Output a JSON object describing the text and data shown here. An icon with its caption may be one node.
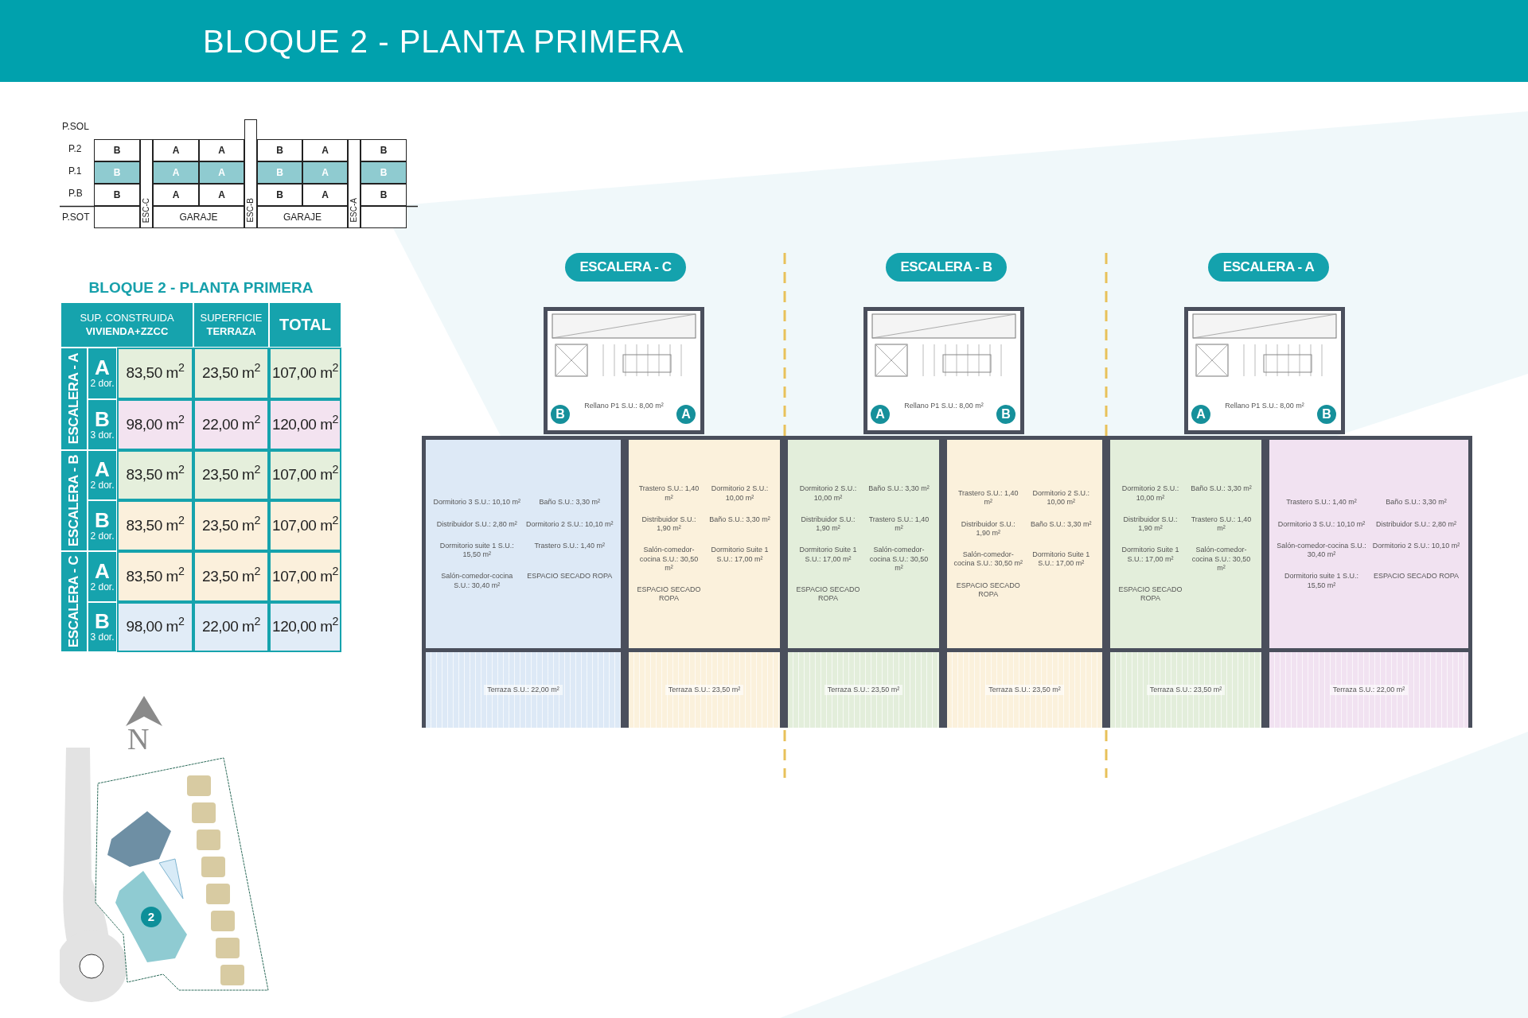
{
  "diagram": {
    "title": "BLOQUE **2** - PLANTA PRIMERA",
    "nodes": [
      {
        "text": [
          "B"
        ]
      },
      {
        "text": [
          "A"
        ]
      },
      {
        "text": [
          "A"
        ]
      },
      {
        "text": [
          "B"
        ]
      },
      {
        "text": [
          "A"
        ]
      },
      {
        "text": [
          "B"
        ]
      },
      {
        "text": [
          "B"
        ]
      },
      {
        "text": [
          "A"
        ]
      },
      {
        "text": [
          "A"
        ]
      },
      {
        "text": [
          "B"
        ]
      },
      {
        "text": [
          "A"
        ]
      },
      {
        "text": [
          "B"
        ]
      },
      {
        "text": [
          "B"
        ]
      },
      {
        "text": [
          "A"
        ]
      },
      {
        "text": [
          "A"
        ]
      },
      {
        "text": [
          "B"
        ]
      },
      {
        "text": [
          "A"
        ]
      },
      {
        "text": [
          "B"
        ]
      },
      {
        "text": [
          "ESC-C"
        ]
      },
      {
        "text": [
          "ESC-B"
        ]
      },
      {
        "text": [
          "ESC-A"
        ]
      },
      {
        "text": [],
        "shape": "box"
      },
      {
        "text": [
          "GARAJE"
        ]
      },
      {
        "text": [
          "GARAJE"
        ]
      },
      {
        "text": [],
        "shape": "box"
      },
      {
        "text": [
          "ESCALERA - C"
        ]
      },
      {
        "text": [
          "ESCALERA - B"
        ]
      },
      {
        "text": [
          "ESCALERA - A"
        ]
      },
      {
        "text": [
          "Dormitorio 3 S.U.: 10,10 m²",
          "Baño S.U.: 3,30 m²",
          "Distribuidor S.U.: 2,80 m²",
          "Dormitorio 2 S.U.: 10,10 m²",
          "Dormitorio suite 1 S.U.: 15,50 m²",
          "Trastero S.U.: 1,40 m²",
          "Salón-comedor-cocina S.U.: 30,40 m²",
          "ESPACIO SECADO ROPA",
          "Terraza S.U.: 22,00 m²"
        ]
      },
      {
        "text": [
          "Trastero S.U.: 1,40 m²",
          "Dormitorio 2 S.U.: 10,00 m²",
          "Distribuidor S.U.: 1,90 m²",
          "Baño S.U.: 3,30 m²",
          "Salón-comedor-cocina S.U.: 30,50 m²",
          "Dormitorio Suite 1 S.U.: 17,00 m²",
          "ESPACIO SECADO ROPA",
          "Terraza S.U.: 23,50 m²"
        ]
      },
      {
        "text": [
          "Dormitorio 2 S.U.: 10,00 m²",
          "Baño S.U.: 3,30 m²",
          "Distribuidor S.U.: 1,90 m²",
          "Trastero S.U.: 1,40 m²",
          "Dormitorio Suite 1 S.U.: 17,00 m²",
          "Salón-comedor-cocina S.U.: 30,50 m²",
          "ESPACIO SECADO ROPA",
          "Terraza S.U.: 23,50 m²"
        ]
      },
      {
        "text": [
          "Trastero S.U.: 1,40 m²",
          "Dormitorio 2 S.U.: 10,00 m²",
          "Distribuidor S.U.: 1,90 m²",
          "Baño S.U.: 3,30 m²",
          "Salón-comedor-cocina S.U.: 30,50 m²",
          "Dormitorio Suite 1 S.U.: 17,00 m²",
          "ESPACIO SECADO ROPA",
          "Terraza S.U.: 23,50 m²"
        ]
      },
      {
        "text": [
          "Dormitorio 2 S.U.: 10,00 m²",
          "Baño S.U.: 3,30 m²",
          "Distribuidor S.U.: 1,90 m²",
          "Trastero S.U.: 1,40 m²",
          "Dormitorio Suite 1 S.U.: 17,00 m²",
          "Salón-comedor-cocina S.U.: 30,50 m²",
          "ESPACIO SECADO ROPA",
          "Terraza S.U.: 23,50 m²"
        ]
      },
      {
        "text": [
          "Trastero S.U.: 1,40 m²",
          "Baño S.U.: 3,30 m²",
          "Dormitorio 3 S.U.: 10,10 m²",
          "Distribuidor S.U.: 2,80 m²",
          "Salón-comedor-cocina S.U.: 30,40 m²",
          "Dormitorio 2 S.U.: 10,10 m²",
          "Dormitorio suite 1 S.U.: 15,50 m²",
          "ESPACIO SECADO ROPA",
          "Terraza S.U.: 22,00 m²"
        ]
      },
      {
        "text": [
          "Rellano P1 S.U.: 8,00 m²"
        ]
      },
      {
        "text": [
          "Rellano P1 S.U.: 8,00 m²"
        ]
      },
      {
        "text": [
          "Rellano P1 S.U.: 8,00 m²"
        ]
      },
      {
        "text": [
          "B"
        ],
        "in": 34
      },
      {
        "text": [
          "A"
        ],
        "in": 34
      },
      {
        "text": [
          "A"
        ],
        "in": 35
      },
      {
        "text": [
          "B"
        ],
        "in": 35
      },
      {
        "text": [
          "A"
        ],
        "in": 36
      },
      {
        "text": [
          "B"
        ],
        "in": 36
      },
      {
        "text": [
          "2"
        ]
      }
    ],
    "labels": [
      "P.SOL",
      "P.2",
      "P.1",
      "P.B",
      "P.SOT",
      "BLOQUE **2** - PLANTA PRIMERA",
      "SUP. CONSTRUIDA **VIVIENDA+ZZCC**",
      "SUPERFICIE **TERRAZA**",
      "TOTAL",
      "ESCALERA - A",
      "A",
      "2 dor.",
      "83,50 m$^{2}$",
      "23,50 m$^{2}$",
      "107,00 m$^{2}$",
      "B",
      "3 dor.",
      "98,00 m$^{2}$",
      "22,00 m$^{2}$",
      "120,00 m$^{2}$",
      "ESCALERA - B",
      "A",
      "2 dor.",
      "83,50 m$^{2}$",
      "23,50 m$^{2}$",
      "107,00 m$^{2}$",
      "B",
      "2 dor.",
      "83,50 m$^{2}$",
      "23,50 m$^{2}$",
      "107,00 m$^{2}$",
      "ESCALERA - C",
      "A",
      "2 dor.",
      "83,50 m$^{2}$",
      "23,50 m$^{2}$",
      "107,00 m$^{2}$",
      "B",
      "3 dor.",
      "98,00 m$^{2}$",
      "22,00 m$^{2}$",
      "120,00 m$^{2}$",
      "N"
    ]
  }
}
